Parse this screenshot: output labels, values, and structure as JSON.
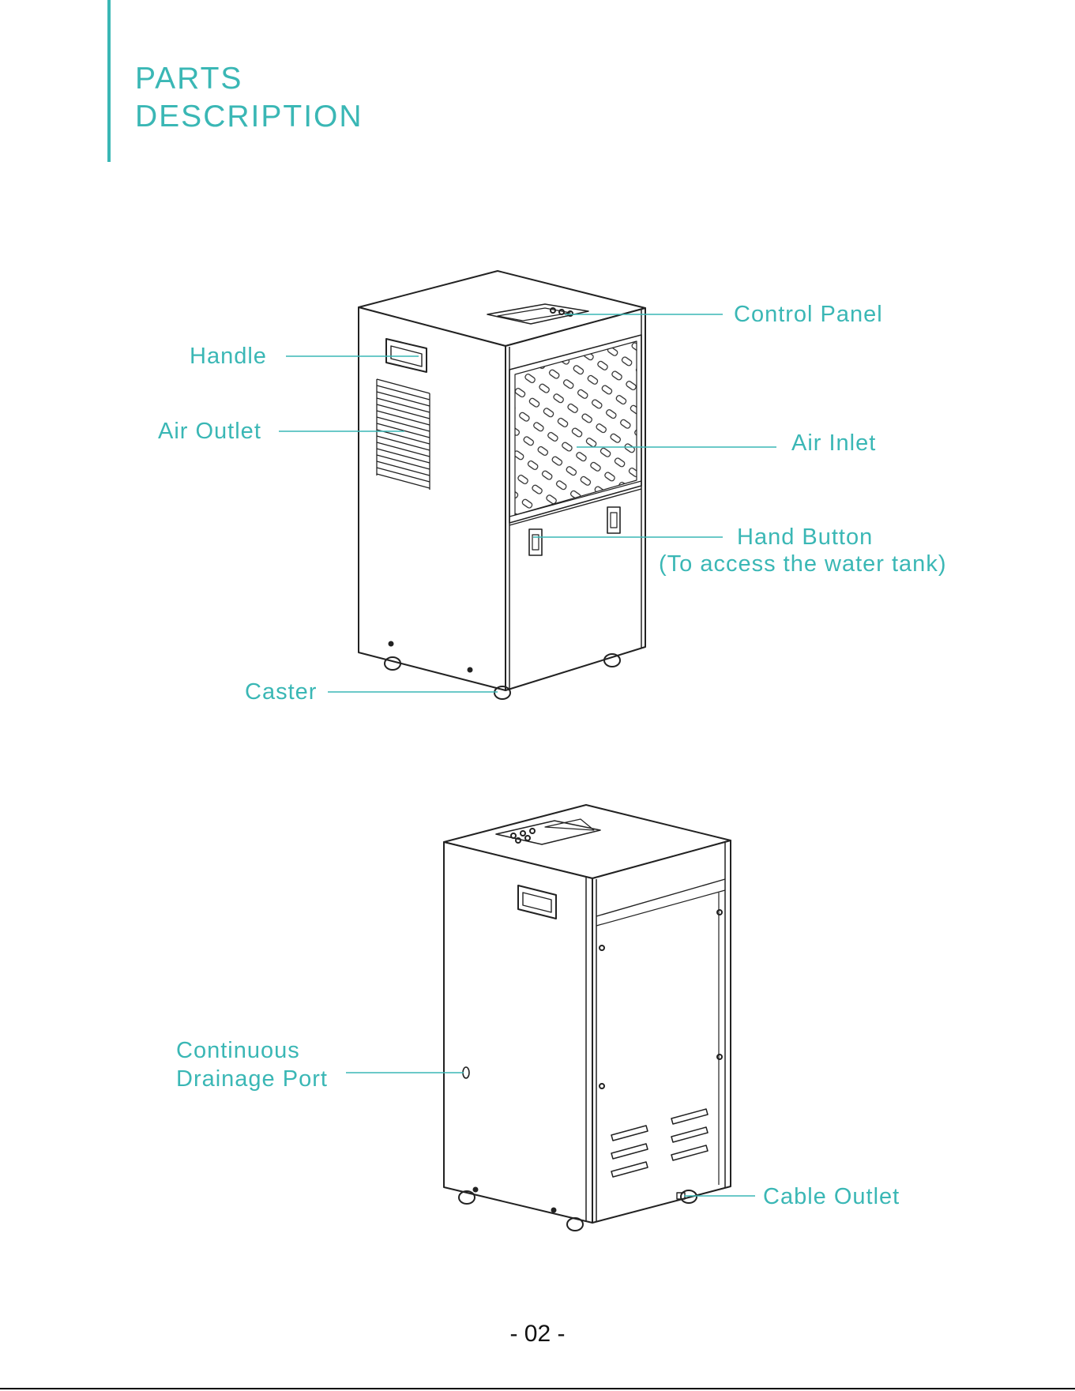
{
  "header": {
    "title_line1": "PARTS",
    "title_line2": "DESCRIPTION",
    "accent_color": "#3ab7b5"
  },
  "front_view": {
    "labels": {
      "control_panel": "Control Panel",
      "handle": "Handle",
      "air_outlet": "Air Outlet",
      "air_inlet": "Air Inlet",
      "hand_button_line1": "Hand Button",
      "hand_button_line2": "(To access the water tank)",
      "caster": "Caster"
    }
  },
  "rear_view": {
    "labels": {
      "drainage_line1": "Continuous",
      "drainage_line2": "Drainage Port",
      "cable_outlet": "Cable Outlet"
    }
  },
  "footer": {
    "page_number": "- 02 -"
  }
}
